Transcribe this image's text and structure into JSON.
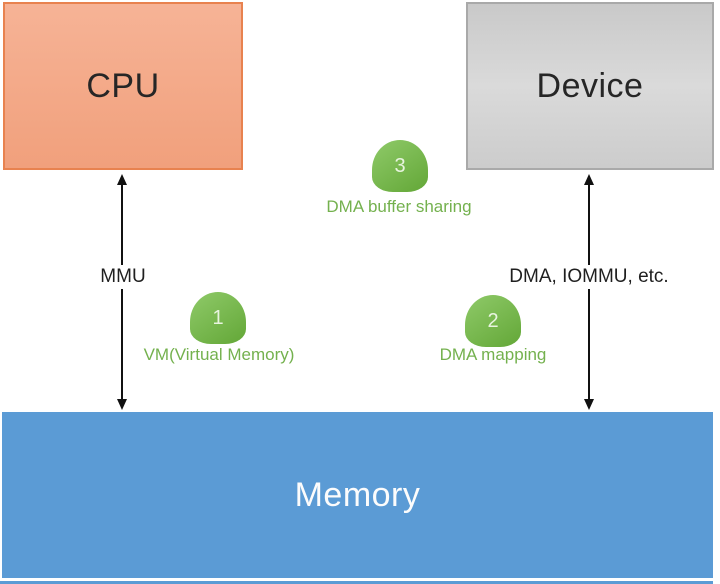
{
  "nodes": {
    "cpu": {
      "label": "CPU"
    },
    "device": {
      "label": "Device"
    },
    "memory": {
      "label": "Memory"
    }
  },
  "connections": {
    "cpu_memory": {
      "label": "MMU"
    },
    "device_memory": {
      "label": "DMA, IOMMU, etc."
    }
  },
  "badges": [
    {
      "number": "1",
      "label": "VM(Virtual Memory)"
    },
    {
      "number": "2",
      "label": "DMA mapping"
    },
    {
      "number": "3",
      "label": "DMA buffer sharing"
    }
  ],
  "icons": {
    "cpu_memory_arrow": "double-headed-vertical-arrow",
    "device_memory_arrow": "double-headed-vertical-arrow"
  },
  "colors": {
    "cpu_fill_top": "#F6B396",
    "cpu_fill_bottom": "#F1A07C",
    "cpu_border": "#E8824F",
    "device_fill_top": "#C9C9C9",
    "device_fill_mid": "#DADADA",
    "device_fill_bottom": "#CCCCCC",
    "device_border": "#A9A9A9",
    "memory_fill": "#5B9BD5",
    "memory_text": "#FCFCFC",
    "badge_fill_top": "#8FCA69",
    "badge_fill_bottom": "#63A737",
    "badge_text": "#E8F4DF",
    "green_label": "#74B14E",
    "arrow": "#111111",
    "node_text": "#262626"
  }
}
